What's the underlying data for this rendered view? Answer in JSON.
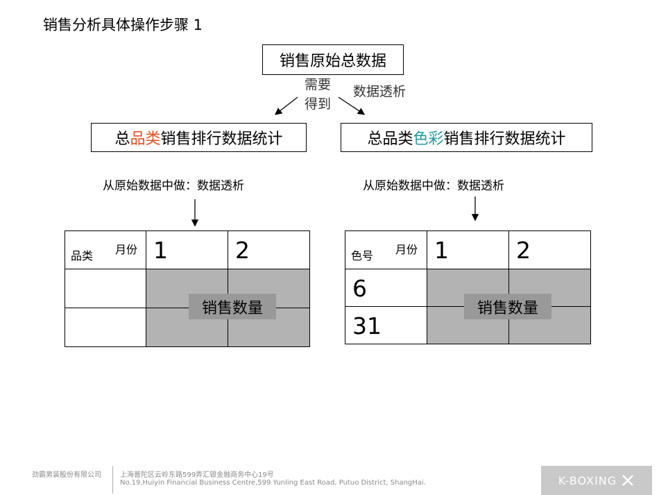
{
  "title": "销售分析具体操作步骤 1",
  "top_box": "销售原始总数据",
  "need_label_1": "需要",
  "need_label_2": "得到",
  "pivot_label": "数据透析",
  "left_box": {
    "p1": "总",
    "p2": "品类",
    "p3": "销售排行数据统计"
  },
  "right_box": {
    "p1": "总品类",
    "p2": "色彩",
    "p3": "销售排行数据统计"
  },
  "from_text_left": "从原始数据中做：数据透析",
  "from_text_right": "从原始数据中做：数据透析",
  "left_table": {
    "row_header": "品类",
    "col_header": "月份",
    "cols": [
      "1",
      "2"
    ],
    "rows": [
      "",
      ""
    ],
    "value_label": "销售数量"
  },
  "right_table": {
    "row_header": "色号",
    "col_header": "月份",
    "cols": [
      "1",
      "2"
    ],
    "rows": [
      "6",
      "31"
    ],
    "value_label": "销售数量"
  },
  "footer": {
    "company": "劲霸男装股份有限公司",
    "address_cn": "上海普陀区云岭东路599弄汇银金融商务中心19号",
    "address_en": "No.19,Huiyin Financial Business Centre,599 Yunling East Road, Putuo District, ShangHai.",
    "logo": "K-BOXING"
  },
  "colors": {
    "highlight_red": "#e8501f",
    "highlight_teal": "#1f9aa0",
    "shade": "#b3b3b3",
    "label_bg": "#999999"
  }
}
